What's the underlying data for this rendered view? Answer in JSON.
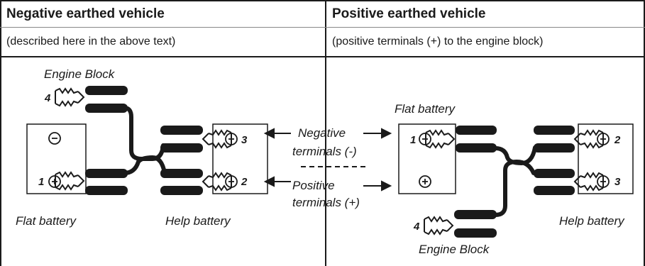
{
  "left_panel": {
    "title": "Negative earthed vehicle",
    "subtitle": "(described here in the above text)",
    "engine_block_label": "Engine Block",
    "flat_battery_label": "Flat battery",
    "help_battery_label": "Help battery",
    "clamp_numbers": {
      "engine": "4",
      "flat_positive": "1",
      "help_negative": "3",
      "help_positive": "2"
    }
  },
  "right_panel": {
    "title": "Positive earthed vehicle",
    "subtitle": "(positive terminals (+) to the engine block)",
    "engine_block_label": "Engine Block",
    "flat_battery_label": "Flat battery",
    "help_battery_label": "Help battery",
    "clamp_numbers": {
      "engine": "4",
      "flat_negative": "1",
      "help_negative": "2",
      "help_positive": "3"
    }
  },
  "legend": {
    "negative_line1": "Negative",
    "negative_line2": "terminals (-)",
    "positive_line1": "Positive",
    "positive_line2": "terminals (+)"
  }
}
